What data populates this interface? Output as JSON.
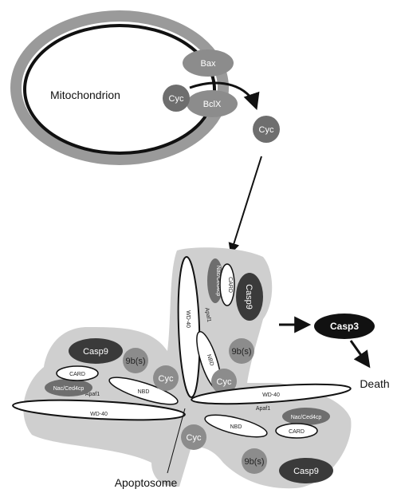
{
  "labels": {
    "mitochondrion": "Mitochondrion",
    "bax": "Bax",
    "bclx": "BclX",
    "cyc": "Cyc",
    "casp9": "Casp9",
    "casp3": "Casp3",
    "death": "Death",
    "apoptosome": "Apoptosome",
    "card": "CARD",
    "nbd": "NBD",
    "wd40": "WD-40",
    "apaf1": "Apaf1",
    "nac_ced4": "Nac/Ced4cp",
    "n9b": "9b(s)"
  }
}
